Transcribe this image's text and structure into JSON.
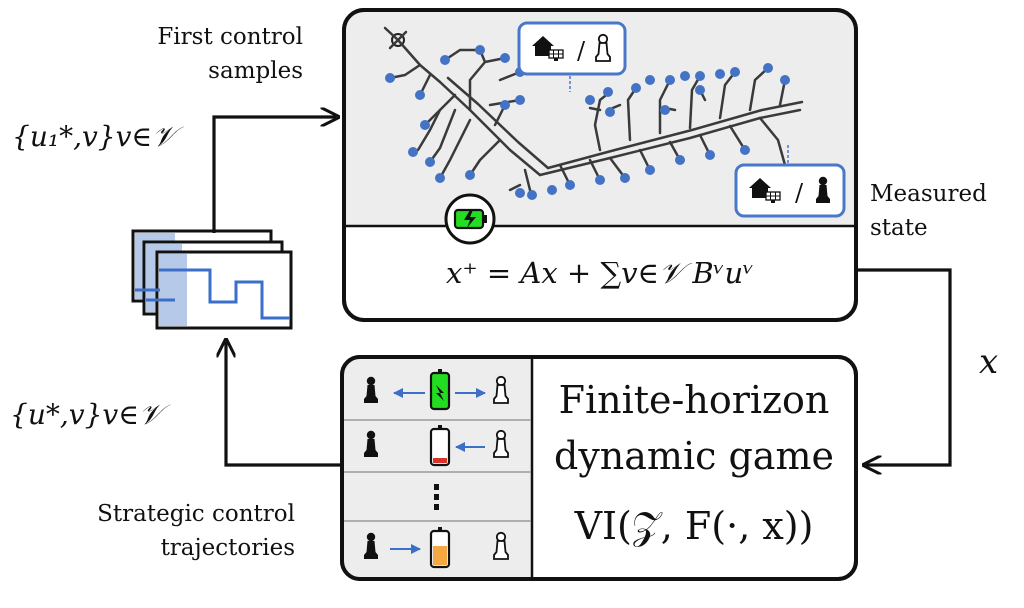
{
  "labels": {
    "first_control_samples": "First control samples",
    "measured_state": "Measured state",
    "strategic_control_trajectories": "Strategic control trajectories",
    "x_state": "x"
  },
  "math": {
    "first_control_set": "{u₁*,v}v∈𝒱",
    "trajectory_set": "{u*,v}v∈𝒱",
    "dynamics": "x⁺ = Ax + ∑v∈𝒱 Bᵛuᵛ"
  },
  "game_box": {
    "line1": "Finite-horizon",
    "line2": "dynamic game",
    "line3": "VI(𝒵, F(·, x))"
  },
  "icons": [
    "house-solar-icon",
    "pawn-icon",
    "battery-icon",
    "charging-battery-icon"
  ],
  "colors": {
    "network_node": "#4472c4",
    "accent_box": "#4a78c8",
    "battery_green": "#22dd22",
    "battery_red": "#d9342b",
    "battery_orange": "#f4a742",
    "panel_bg": "#eeeeee"
  }
}
